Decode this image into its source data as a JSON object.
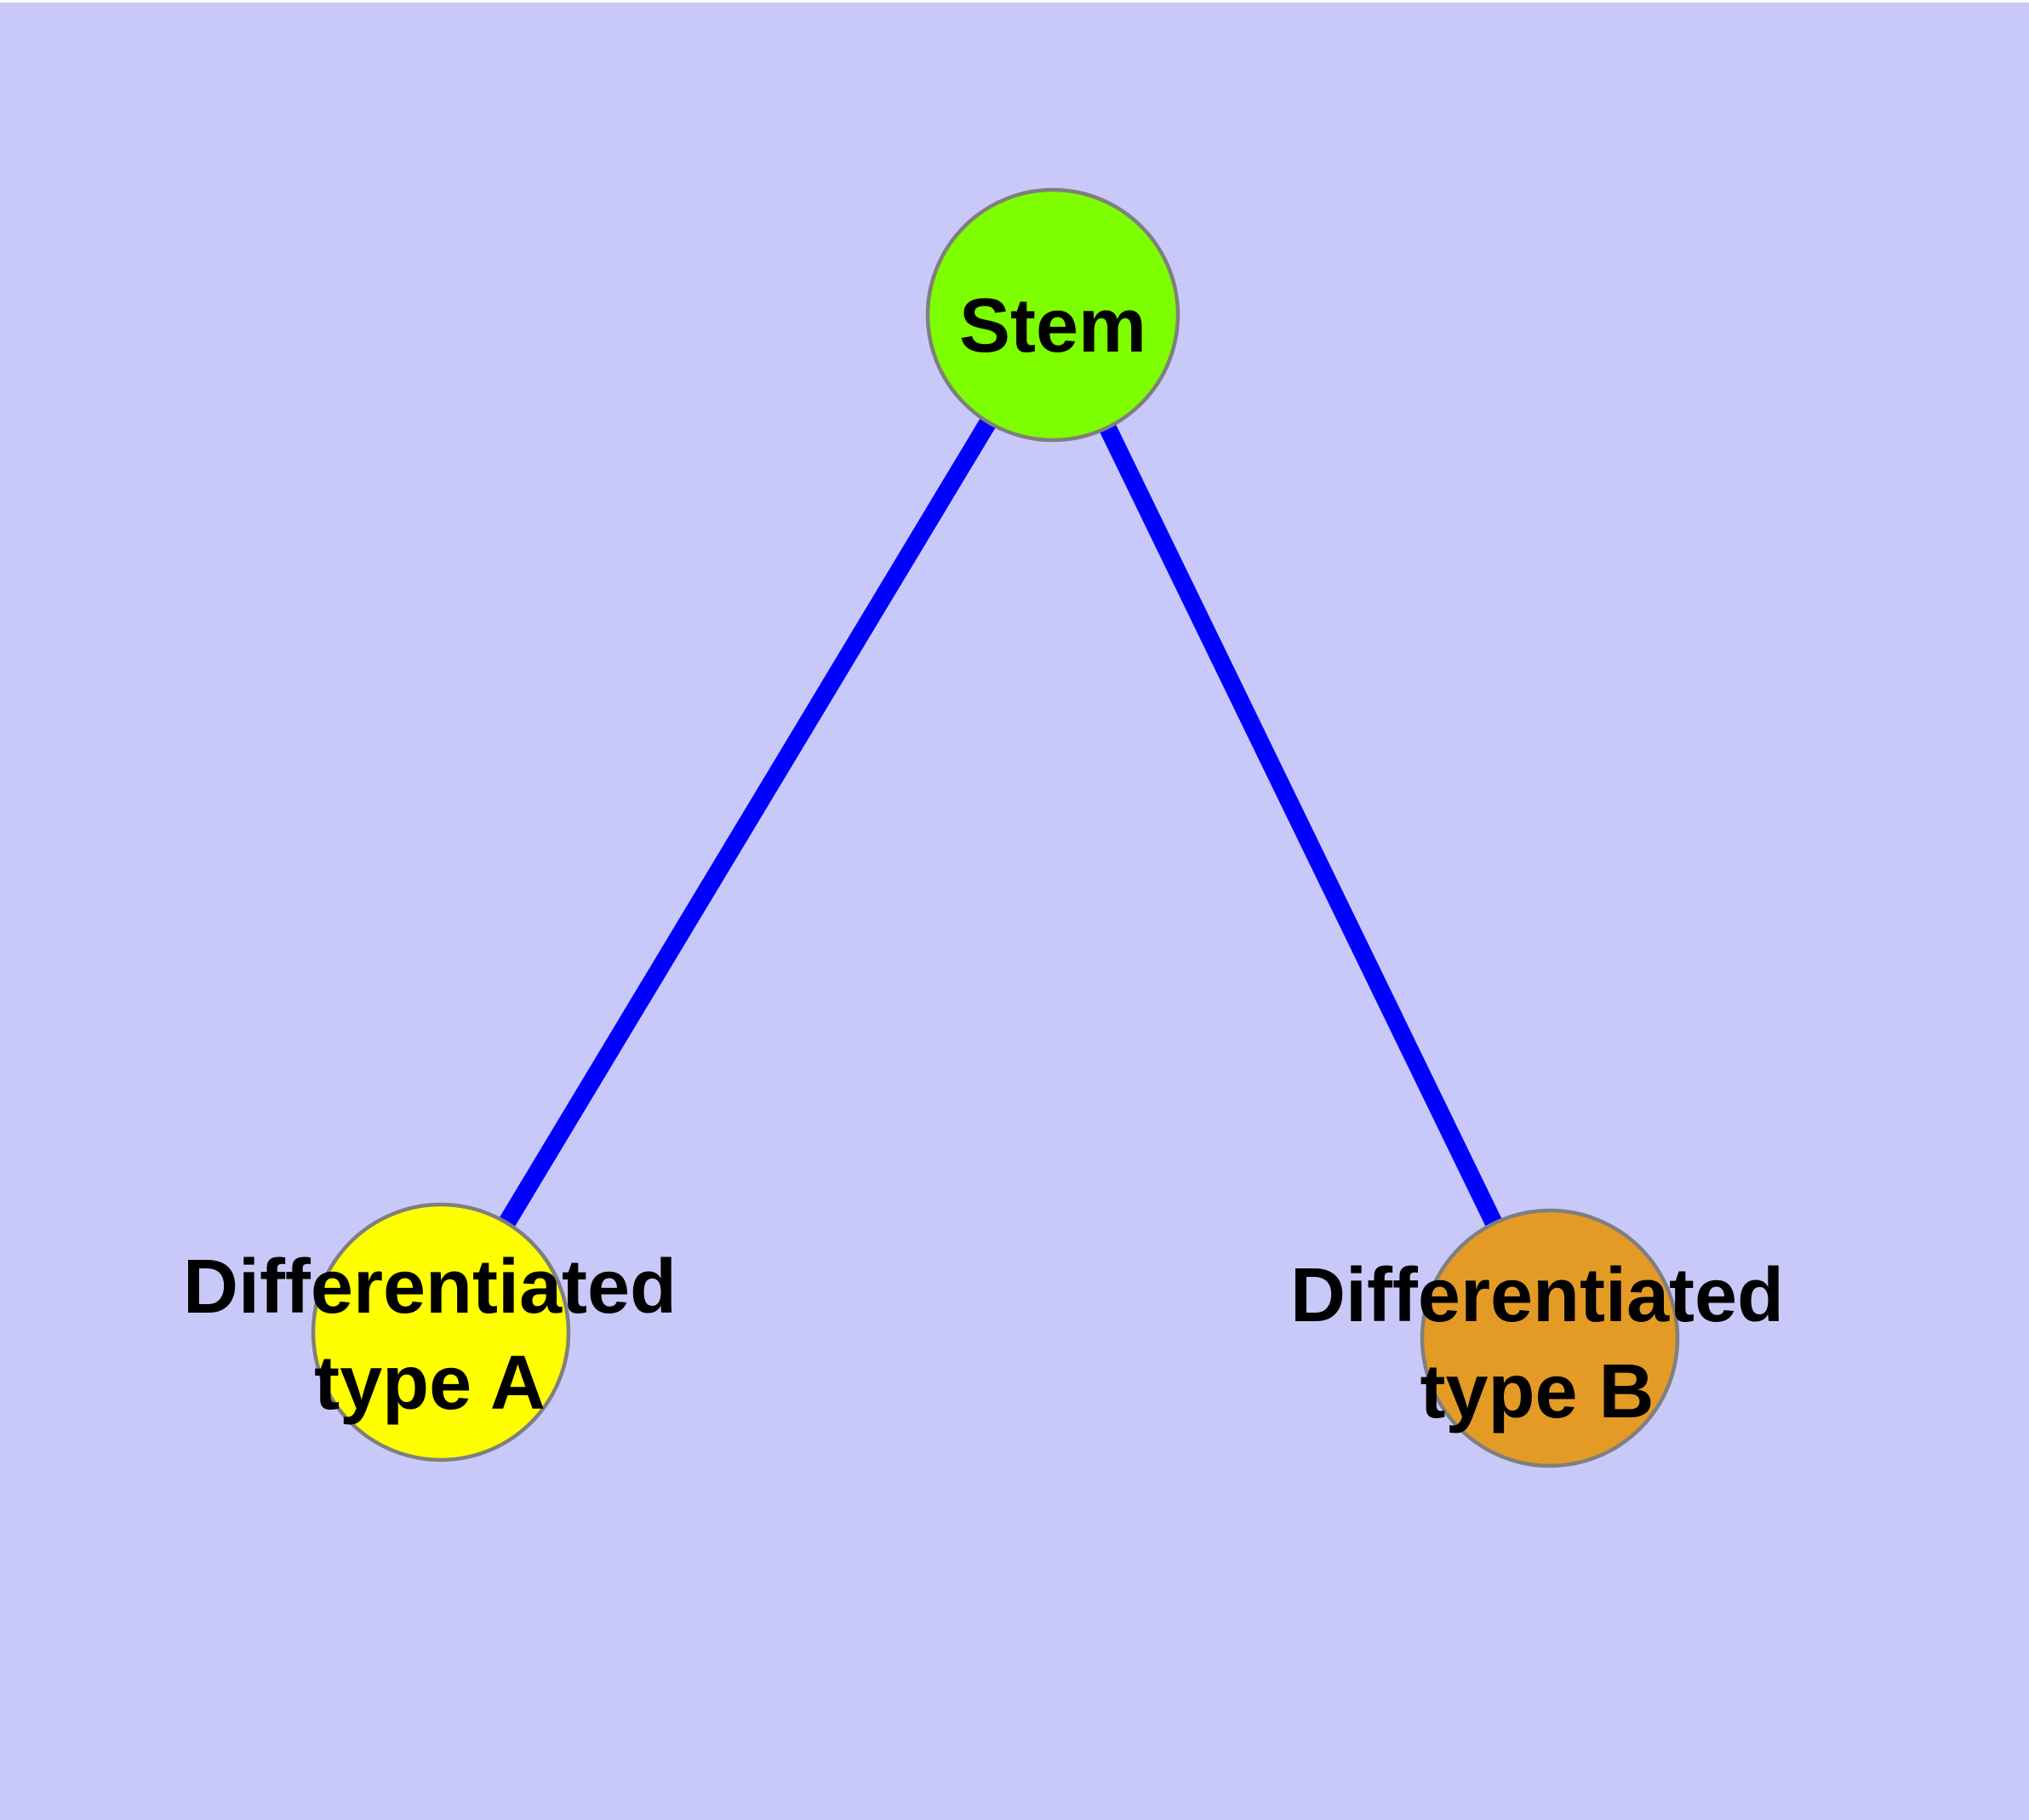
{
  "figure": {
    "type": "node-link-diagram",
    "background_color": "#c9c9f9",
    "top_margin_color": "#ffffff",
    "edge_color": "#0000ff",
    "node_border_color": "#7f7f7f",
    "label_color": "#000000"
  },
  "nodes": {
    "stem": {
      "label": "Stem",
      "fill": "#7eff00"
    },
    "type_a": {
      "label_line1": "Differentiated",
      "label_line2": "type A",
      "fill": "#ffff00"
    },
    "type_b": {
      "label_line1": "Differentiated",
      "label_line2": "type B",
      "fill": "#e49b26"
    }
  },
  "edges": [
    {
      "from": "Stem",
      "to": "Differentiated type A"
    },
    {
      "from": "Stem",
      "to": "Differentiated type B"
    }
  ]
}
